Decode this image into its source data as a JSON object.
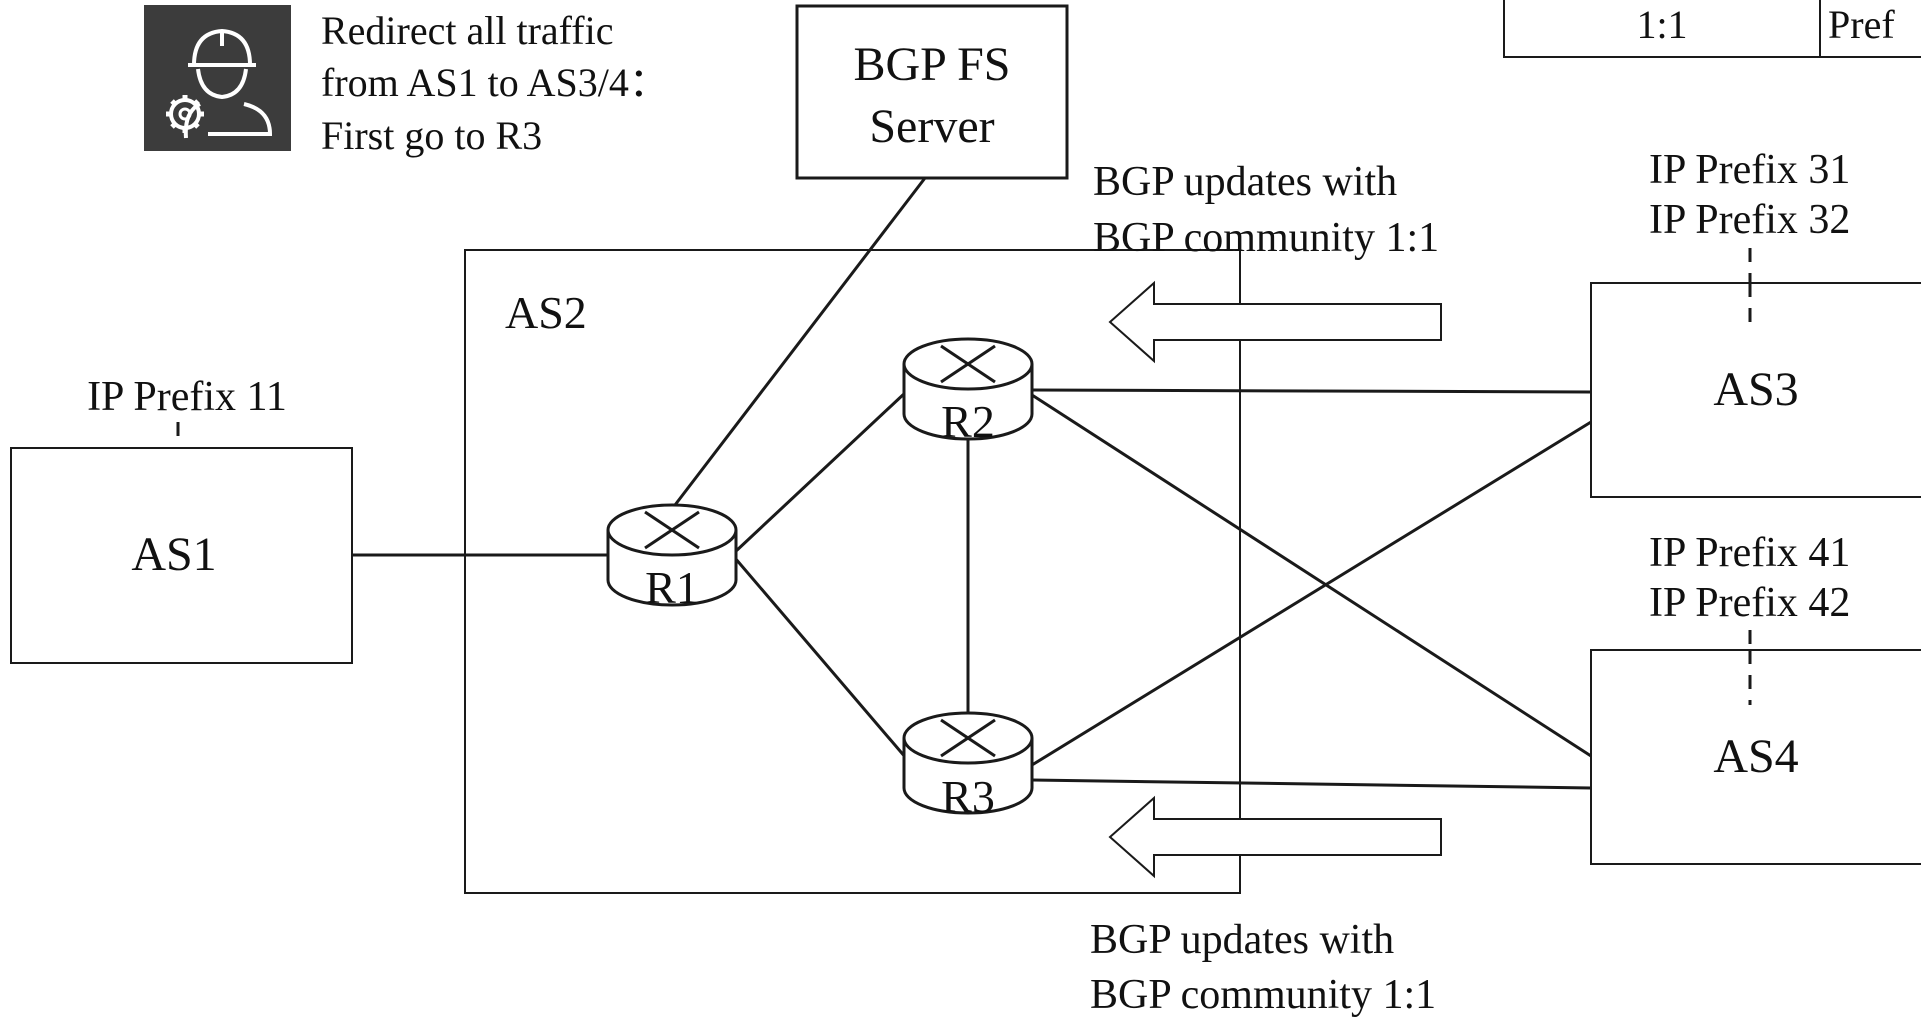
{
  "operator": {
    "icon": "engineer-gear-icon",
    "lines": [
      "Redirect all traffic",
      "from AS1 to AS3/4：",
      "First go to R3"
    ]
  },
  "server": {
    "lines": [
      "BGP FS",
      "Server"
    ]
  },
  "as2": {
    "label": "AS2"
  },
  "as1": {
    "label": "AS1",
    "prefix": "IP Prefix 11"
  },
  "as3": {
    "label": "AS3",
    "prefixes": [
      "IP Prefix 31",
      "IP Prefix 32"
    ]
  },
  "as4": {
    "label": "AS4",
    "prefixes": [
      "IP Prefix 41",
      "IP Prefix 42"
    ]
  },
  "routers": [
    {
      "label": "R1"
    },
    {
      "label": "R2"
    },
    {
      "label": "R3"
    }
  ],
  "updates_top": {
    "lines": [
      "BGP updates with",
      "BGP community 1:1"
    ]
  },
  "updates_bottom": {
    "lines": [
      "BGP updates with",
      "BGP community 1:1"
    ]
  },
  "table": {
    "cells": [
      "1:1",
      "Pref"
    ]
  },
  "colors": {
    "stroke": "#1a1a1a",
    "icon_bg": "#3c3c3c",
    "icon_fg": "#ffffff"
  }
}
